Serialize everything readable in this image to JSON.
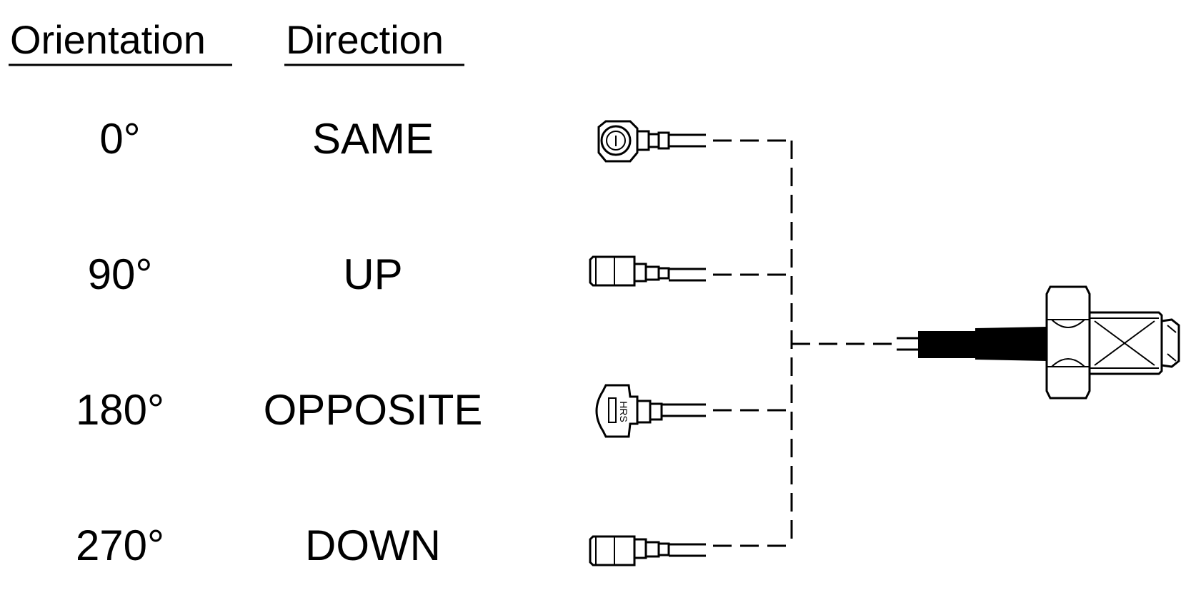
{
  "headers": {
    "orientation": "Orientation",
    "direction": "Direction"
  },
  "rows": [
    {
      "orientation": "0°",
      "direction": "SAME",
      "connector_view": "connector-front-view-icon"
    },
    {
      "orientation": "90°",
      "direction": "UP",
      "connector_view": "connector-side-view-icon"
    },
    {
      "orientation": "180°",
      "direction": "OPPOSITE",
      "connector_view": "connector-rear-view-icon"
    },
    {
      "orientation": "270°",
      "direction": "DOWN",
      "connector_view": "connector-side-view-icon"
    }
  ],
  "connector_marking": "HRS",
  "bulkhead": {
    "icon": "bulkhead-sma-connector-icon"
  },
  "colors": {
    "ink": "#000000",
    "background": "#ffffff"
  }
}
